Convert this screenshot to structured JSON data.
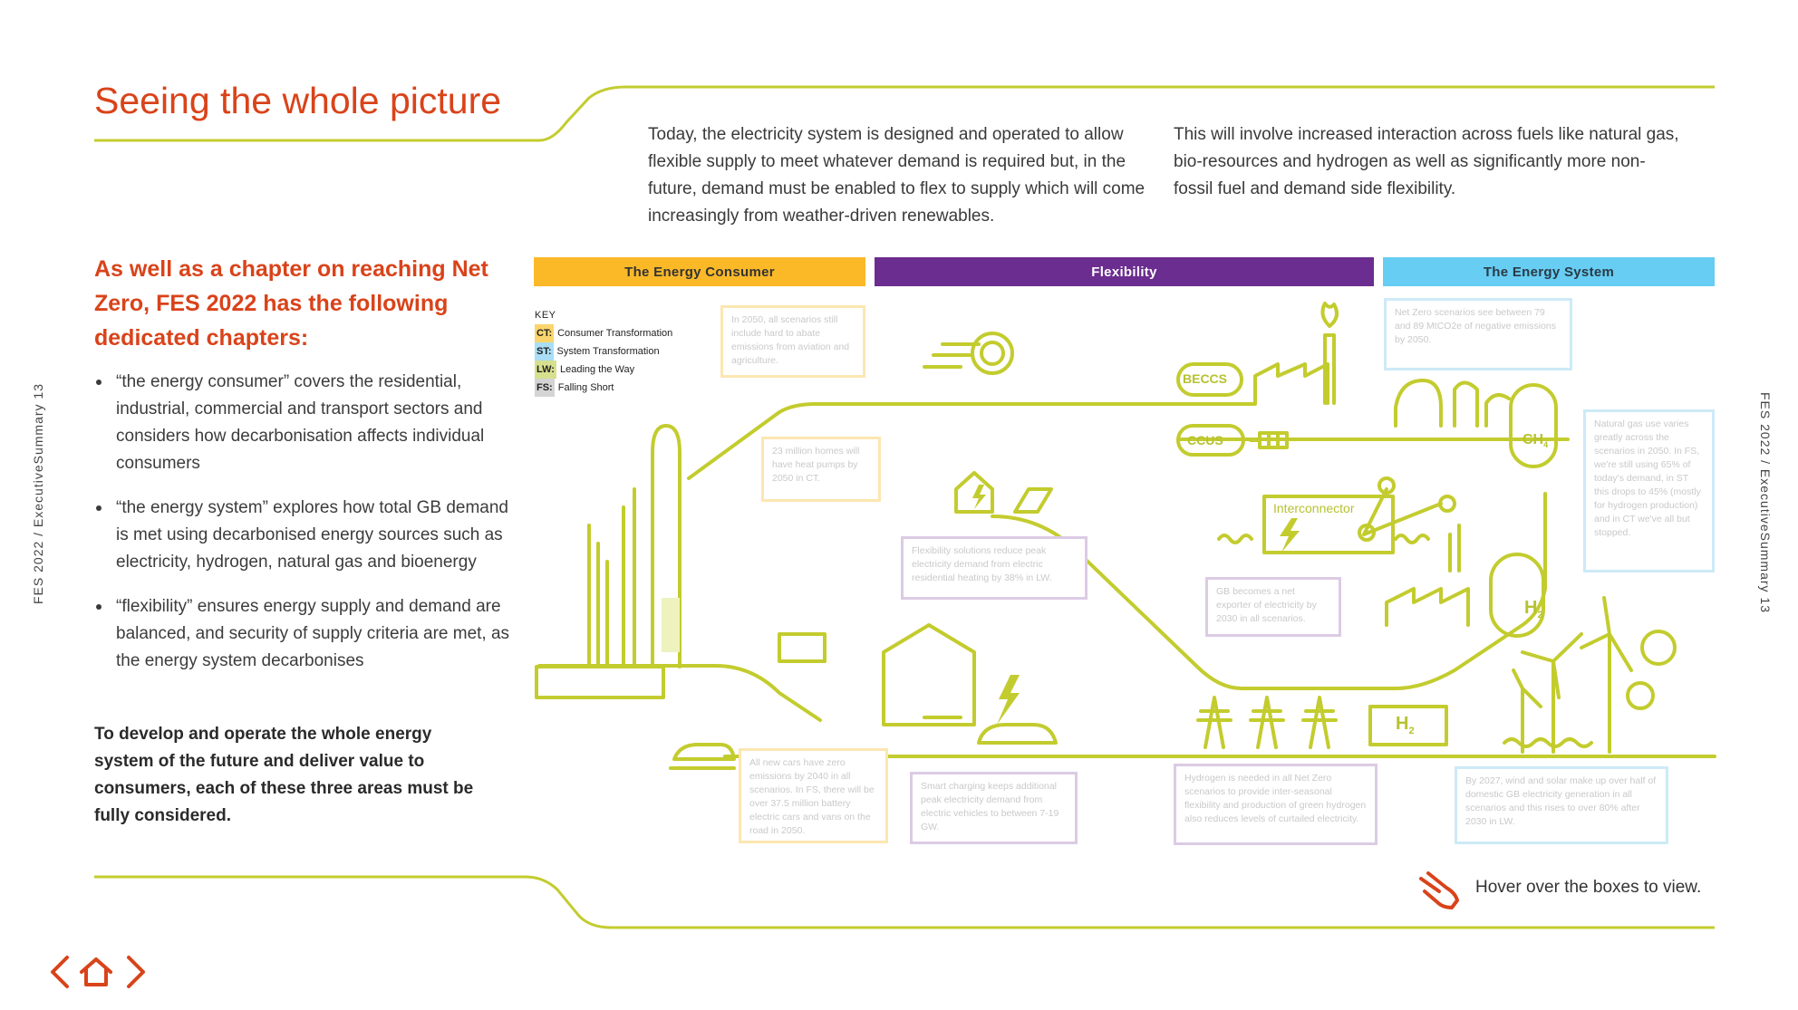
{
  "title": "Seeing the whole picture",
  "intro": {
    "left": "Today, the electricity system is designed and operated to allow flexible supply to meet whatever demand is required but, in the future, demand must be enabled to flex to supply which will come increasingly from weather-driven renewables.",
    "right": "This will involve increased interaction across fuels like natural gas, bio-resources and hydrogen as well as significantly more non-fossil fuel and demand side flexibility."
  },
  "subhead": "As well as a chapter on reaching Net Zero, FES 2022 has the following dedicated chapters:",
  "bullets": [
    "“the energy consumer” covers the residential, industrial, commercial and transport sectors and considers how decarbonisation affects individual consumers",
    "“the energy system” explores how total GB demand is met using decarbonised energy sources such as electricity, hydrogen, natural gas and bioenergy",
    "“flexibility” ensures energy supply and demand are balanced, and security of supply criteria are met, as the energy system decarbonises"
  ],
  "closing": "To develop and operate the whole energy system of the future and deliver value to consumers, each of these three areas must be fully considered.",
  "side_left": "FES 2022  /  ExecutiveSummary  13",
  "side_right": "FES 2022  /  ExecutiveSummary  13",
  "bars": {
    "consumer": "The Energy Consumer",
    "flexibility": "Flexibility",
    "system": "The Energy System"
  },
  "key": {
    "title": "KEY",
    "items": [
      {
        "code": "CT:",
        "label": "Consumer Transformation",
        "color": "#fbd56b"
      },
      {
        "code": "ST:",
        "label": "System Transformation",
        "color": "#a9def6"
      },
      {
        "code": "LW:",
        "label": "Leading the Way",
        "color": "#d6e08e"
      },
      {
        "code": "FS:",
        "label": "Falling Short",
        "color": "#d4d4d4"
      }
    ]
  },
  "diagram_labels": {
    "beccs": "BECCS",
    "ccus": "CCUS",
    "ch4": "CH",
    "ch4_sub": "4",
    "interconnector": "Interconnector",
    "h2": "H",
    "h2_sub": "2"
  },
  "info_boxes": {
    "aviation": "In 2050, all scenarios still include hard to abate emissions from aviation and agriculture.",
    "heat_pumps": "23 million homes will have heat pumps by 2050 in CT.",
    "flex_heating": "Flexibility solutions reduce peak electricity demand from electric residential heating by 38% in LW.",
    "net_exporter": "GB becomes a net exporter of electricity by 2030 in all scenarios.",
    "negative_emissions": "Net Zero scenarios see between 79 and 89 MtCO2e of negative emissions by 2050.",
    "natural_gas": "Natural gas use varies greatly across the scenarios in 2050. In FS, we're still using 65% of today's demand, in ST this drops to 45% (mostly for hydrogen production) and in CT we've all but stopped.",
    "cars": "All new cars have zero emissions by 2040 in all scenarios. In FS, there will be over 37.5 million battery electric cars and vans on the road in 2050.",
    "smart_charging": "Smart charging keeps additional peak electricity demand from electric vehicles to between 7-19 GW.",
    "hydrogen": "Hydrogen is needed in all Net Zero scenarios to provide inter-seasonal flexibility and production of green hydrogen also reduces levels of curtailed electricity.",
    "wind_solar": "By 2027, wind and solar make up over half of domestic GB electricity generation in all scenarios and this rises to over 80% after 2030 in LW."
  },
  "hover_note": "Hover over the boxes to view.",
  "colors": {
    "accent": "#d9431a",
    "line": "#c3cc2e",
    "consumer": "#fbb928",
    "flexibility": "#6b2d8f",
    "system": "#67cdf3"
  }
}
